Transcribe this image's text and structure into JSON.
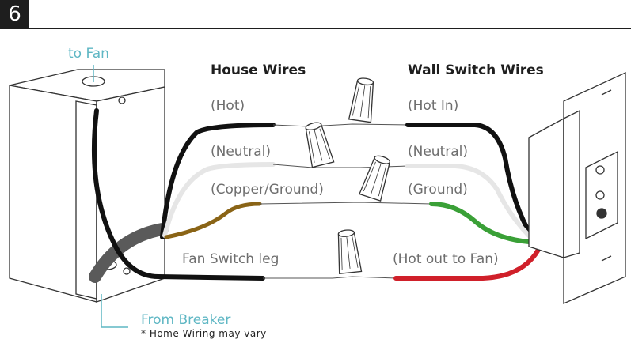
{
  "step_number": "6",
  "labels": {
    "to_fan": "to Fan",
    "house_wires": "House Wires",
    "wall_switch_wires": "Wall Switch Wires",
    "hot": "(Hot)",
    "hot_in": "(Hot In)",
    "neutral_left": "(Neutral)",
    "neutral_right": "(Neutral)",
    "copper_ground": "(Copper/Ground)",
    "ground": "(Ground)",
    "fan_switch_leg": "Fan Switch leg",
    "hot_out_to_fan": "(Hot out to Fan)",
    "from_breaker": "From Breaker",
    "home_wiring_note": "* Home Wiring may vary"
  },
  "colors": {
    "black_wire": "#111111",
    "white_wire": "#e6e6e6",
    "copper_wire": "#8a6416",
    "green_wire": "#3aa037",
    "red_wire": "#d0202a",
    "gray_cable": "#5a5a5a",
    "callout": "#5fb7c4",
    "label_gray": "#6e6e6e"
  }
}
